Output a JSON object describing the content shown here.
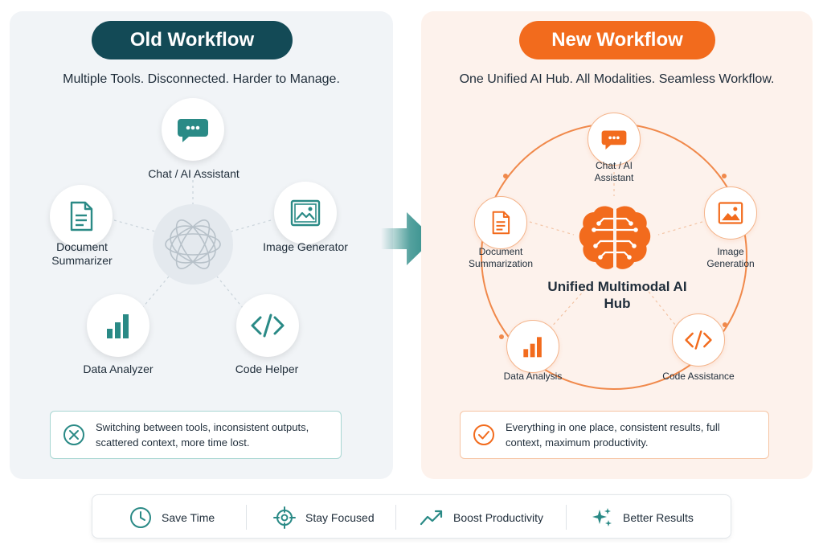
{
  "old_workflow": {
    "title": "Old Workflow",
    "subtitle": "Multiple Tools. Disconnected. Harder to Manage.",
    "tools": [
      {
        "label": "Chat / AI Assistant",
        "icon": "chat-icon"
      },
      {
        "label": "Document Summarizer",
        "icon": "document-icon"
      },
      {
        "label": "Image Generator",
        "icon": "image-icon"
      },
      {
        "label": "Data Analyzer",
        "icon": "bar-chart-icon"
      },
      {
        "label": "Code Helper",
        "icon": "code-icon"
      }
    ],
    "message": "Switching between tools, inconsistent outputs, scattered context, more time lost.",
    "accent": "#134a56",
    "icon_color": "#2a8a86"
  },
  "new_workflow": {
    "title": "New Workflow",
    "subtitle": "One Unified AI Hub. All Modalities. Seamless Workflow.",
    "hub_title": "Unified Multimodal AI Hub",
    "tools": [
      {
        "label": "Chat / AI Assistant",
        "icon": "chat-icon"
      },
      {
        "label": "Document Summarization",
        "icon": "document-icon"
      },
      {
        "label": "Image Generation",
        "icon": "image-icon"
      },
      {
        "label": "Data Analysis",
        "icon": "bar-chart-icon"
      },
      {
        "label": "Code Assistance",
        "icon": "code-icon"
      }
    ],
    "message": "Everything in one place, consistent results, full context, maximum productivity.",
    "accent": "#f26b1d"
  },
  "benefits": [
    {
      "label": "Save Time",
      "icon": "clock-icon"
    },
    {
      "label": "Stay Focused",
      "icon": "target-icon"
    },
    {
      "label": "Boost Productivity",
      "icon": "trending-up-icon"
    },
    {
      "label": "Better Results",
      "icon": "sparkles-icon"
    }
  ]
}
